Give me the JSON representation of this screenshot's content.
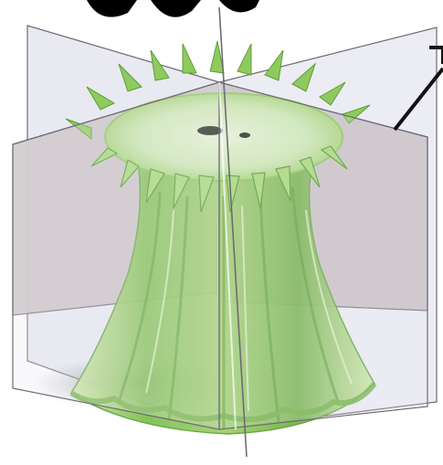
{
  "figure": {
    "subject": "sea-anemone",
    "description_visible_text": "",
    "colors": {
      "body_light": "#cfe8a6",
      "body_mid": "#8cc65a",
      "body_dark": "#4e9a2e",
      "tentacle": "#9bd06a",
      "plane_light": "#eeeef6",
      "plane_dark": "#c9c1c3",
      "plane_edge": "#6f6a74",
      "shadow": "#8a8a8a",
      "pointer": "#111111"
    },
    "planes": [
      "vertical-plane-left-right",
      "vertical-plane-front-back"
    ],
    "pointer_line": "leader-line-top-right"
  }
}
